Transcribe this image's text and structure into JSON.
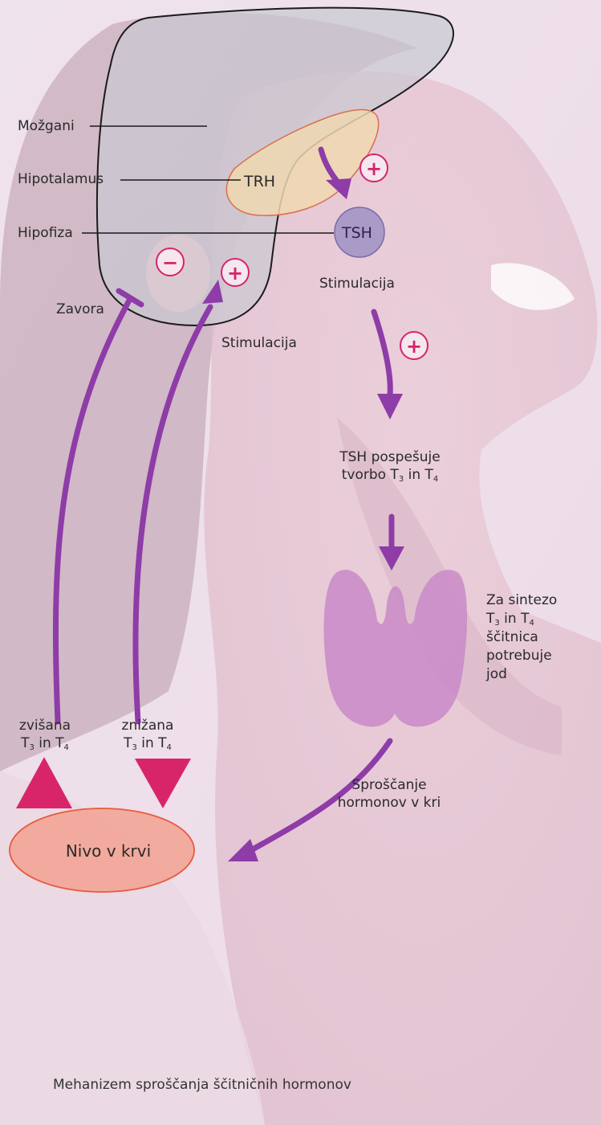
{
  "labels": {
    "brain": "Možgani",
    "hypothalamus": "Hipotalamus",
    "pituitary": "Hipofiza",
    "trh": "TRH",
    "tsh": "TSH",
    "stimulation_tsh": "Stimulacija",
    "stimulation_plus": "Stimulacija",
    "brake": "Zavora",
    "tsh_promotes": {
      "line1": "TSH pospešuje",
      "line2_pre": "tvorbo T",
      "sub1": "3",
      "mid": " in T",
      "sub2": "4"
    },
    "thyroid_note": {
      "line1": "Za sintezo",
      "line2_pre": "T",
      "sub1": "3",
      "mid": " in T",
      "sub2": "4",
      "line3": "ščitnica",
      "line4": "potrebuje",
      "line5": "jod"
    },
    "release": {
      "line1": "Sproščanje",
      "line2": "hormonov v kri"
    },
    "elevated": {
      "line1": "zvišana",
      "pre": "T",
      "sub1": "3",
      "mid": " in T",
      "sub2": "4"
    },
    "lowered": {
      "line1": "znižana",
      "pre": "T",
      "sub1": "3",
      "mid": " in T",
      "sub2": "4"
    },
    "blood_level": "Nivo v krvi",
    "caption": "Mehanizem sproščanja ščitničnih hormonov"
  },
  "signs": {
    "plus": "+",
    "minus": "−"
  },
  "colors": {
    "arrow": "#8e3ca8",
    "sign": "#d6246b",
    "triangle": "#d8256a",
    "thyroid": "#c98ac8",
    "tsh_circle": "#a99ac8",
    "hypothalamus": "#eed7b2",
    "brain": "#c7c7d0",
    "blood_fill": "#f39a86",
    "blood_stroke": "#e85a3e"
  }
}
